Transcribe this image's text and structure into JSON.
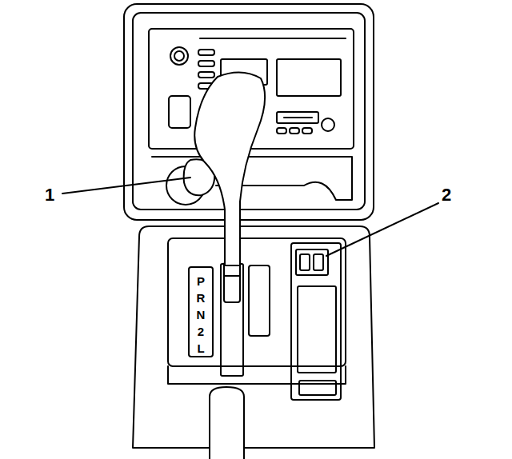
{
  "diagram": {
    "labels": [
      "1",
      "2",
      "P",
      "R",
      "N",
      "2",
      "L"
    ]
  }
}
